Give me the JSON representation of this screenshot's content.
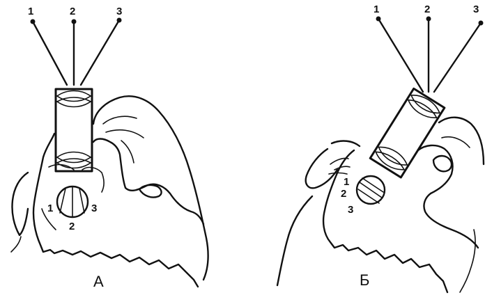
{
  "panel_a": {
    "caption": "А",
    "ray_labels": [
      "1",
      "2",
      "3"
    ],
    "disc_labels": [
      "1",
      "2",
      "3"
    ]
  },
  "panel_b": {
    "caption": "Б",
    "ray_labels": [
      "1",
      "2",
      "3"
    ],
    "disc_labels": [
      "1",
      "2",
      "3"
    ]
  },
  "colors": {
    "ink": "#111111",
    "background": "#ffffff"
  }
}
